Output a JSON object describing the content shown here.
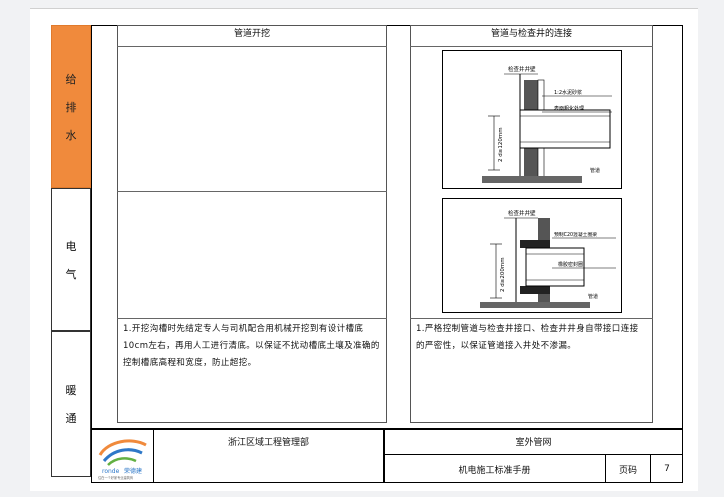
{
  "sidebar": {
    "water": [
      "给",
      "排",
      "水"
    ],
    "electric": [
      "电",
      "气"
    ],
    "hvac": [
      "暖",
      "通"
    ]
  },
  "left_column": {
    "header": "管道开挖",
    "note": "1.开挖沟槽时先结定专人与司机配合用机械开挖到有设计槽底10cm左右，再用人工进行清底。以保证不扰动槽底土壤及准确的控制槽底高程和宽度，防止超挖。"
  },
  "right_column": {
    "header": "管道与检查井的连接",
    "note": "1.严格控制管道与检查井接口、检查井井身自带接口连接的严密性，以保证管道接入井处不渗漏。",
    "diagram1": {
      "title": "检查井井壁",
      "labels": [
        "1:2水泥砂浆",
        "表面粗化处理",
        "管道"
      ],
      "dim": "2 d≥120mm"
    },
    "diagram2": {
      "title": "检查井井壁",
      "labels": [
        "预制C20混凝土圈梁",
        "橡胶密封圈",
        "管道"
      ],
      "dim": "2 d≥200mm"
    }
  },
  "footer": {
    "logo_name": "荣德建",
    "logo_en": "ronde",
    "logo_tagline": "住在一个好家专业建筑商",
    "org": "浙江区域工程管理部",
    "section": "室外管网",
    "manual": "机电施工标准手册",
    "page_label": "页码",
    "page_number": "7"
  },
  "colors": {
    "accent": "#f08a3c",
    "border": "#000000"
  }
}
